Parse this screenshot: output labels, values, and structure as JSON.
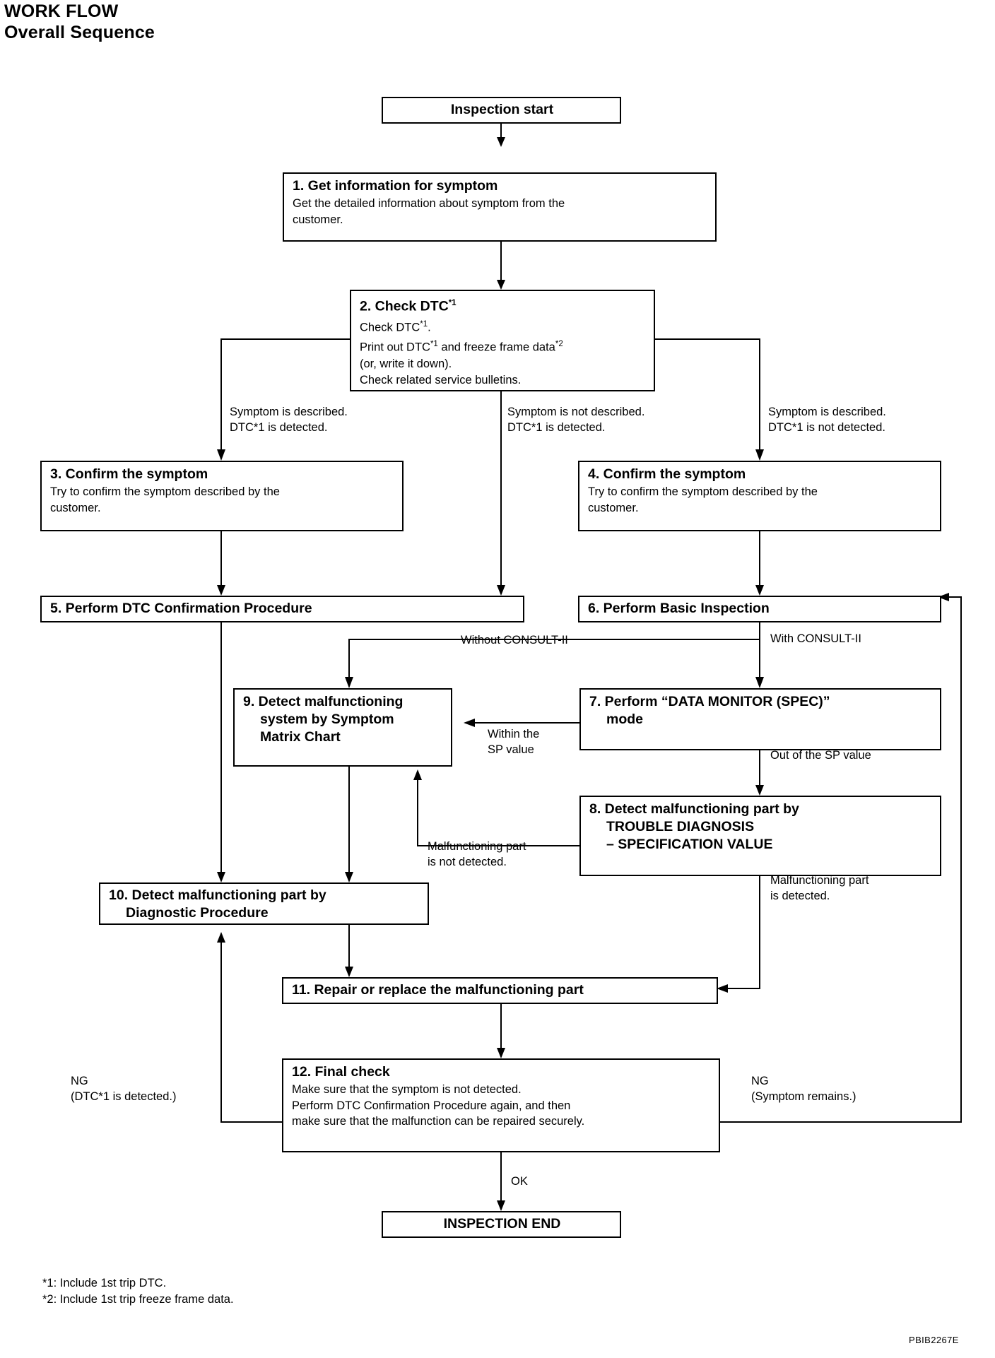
{
  "header": {
    "title": "WORK FLOW",
    "subtitle": "Overall Sequence"
  },
  "boxes": {
    "start": {
      "title": "Inspection start"
    },
    "step1": {
      "title": "1. Get information for symptom",
      "body": "Get the detailed information about symptom from the\ncustomer."
    },
    "step2": {
      "title": "2. Check DTC",
      "title_sup": "*1",
      "body_lines": [
        "Check DTC*1.",
        "Print out DTC*1 and freeze frame data*2",
        "(or, write it down).",
        "Check related service bulletins."
      ]
    },
    "step3": {
      "title": "3. Confirm the symptom",
      "body": "Try to confirm the symptom described by the\ncustomer."
    },
    "step4": {
      "title": "4. Confirm the symptom",
      "body": "Try to confirm the symptom described by the\ncustomer."
    },
    "step5": {
      "title": "5. Perform DTC Confirmation Procedure"
    },
    "step6": {
      "title": "6. Perform Basic Inspection"
    },
    "step7": {
      "title_line1": "7. Perform “DATA MONITOR (SPEC)”",
      "title_line2": "mode"
    },
    "step8": {
      "title_line1": "8. Detect malfunctioning part by",
      "title_line2": "TROUBLE DIAGNOSIS",
      "title_line3": "– SPECIFICATION VALUE"
    },
    "step9": {
      "title_line1": "9. Detect malfunctioning",
      "title_line2": "system by Symptom",
      "title_line3": "Matrix Chart"
    },
    "step10": {
      "title_line1": "10. Detect malfunctioning part by",
      "title_line2": "Diagnostic Procedure"
    },
    "step11": {
      "title": "11. Repair or replace the malfunctioning part"
    },
    "step12": {
      "title": "12. Final check",
      "body": "Make sure that the symptom is not detected.\nPerform DTC Confirmation Procedure again, and then\nmake sure that the malfunction can be repaired securely."
    },
    "end": {
      "title": "INSPECTION END"
    }
  },
  "edge_labels": {
    "branch_left": "Symptom is described.\nDTC*1 is detected.",
    "branch_middle": "Symptom is not described.\nDTC*1 is detected.",
    "branch_right": "Symptom is described.\nDTC*1 is not detected.",
    "without_consult": "Without CONSULT-II",
    "with_consult": "With CONSULT-II",
    "within_sp": "Within the\nSP value",
    "out_of_sp": "Out of the SP value",
    "part_not_detected": "Malfunctioning part\nis not detected.",
    "part_detected": "Malfunctioning part\nis detected.",
    "ng_left": "NG\n(DTC*1 is detected.)",
    "ng_right": "NG\n(Symptom remains.)",
    "ok": "OK"
  },
  "footnotes": [
    "*1: Include 1st trip DTC.",
    "*2: Include 1st trip freeze frame data."
  ],
  "figure_code": "PBIB2267E"
}
